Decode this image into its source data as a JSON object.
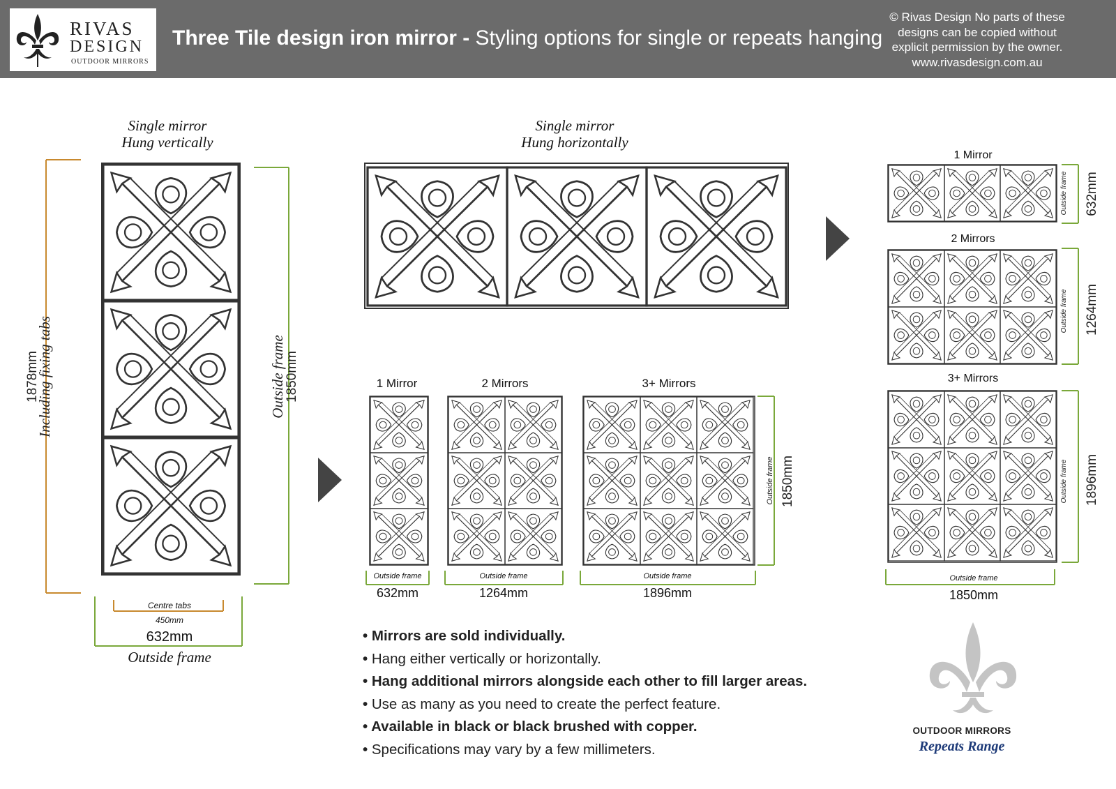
{
  "header": {
    "logo_name_line1": "RIVAS",
    "logo_name_line2": "DESIGN",
    "logo_sub": "OUTDOOR MIRRORS",
    "title_bold": "Three Tile design iron mirror -",
    "title_rest": " Styling options for single or repeats hanging",
    "copyright_lines": [
      "© Rivas Design No parts of these",
      "designs can be copied without",
      "explicit permission by the owner.",
      "www.rivasdesign.com.au"
    ]
  },
  "vertical_mirror": {
    "title_line1": "Single mirror",
    "title_line2": "Hung vertically",
    "height_incl_tabs": "1878mm",
    "incl_label": "Including fixing tabs",
    "outside_label": "Outside frame",
    "height_outside": "1850mm",
    "centre_tabs_label": "Centre tabs",
    "centre_tabs_value": "450mm",
    "width": "632mm",
    "width_label": "Outside frame"
  },
  "horizontal_mirror": {
    "title_line1": "Single mirror",
    "title_line2": "Hung horizontally"
  },
  "vertical_repeats": {
    "groups": [
      {
        "label": "1 Mirror",
        "frame_label": "Outside frame",
        "width": "632mm"
      },
      {
        "label": "2 Mirrors",
        "frame_label": "Outside frame",
        "width": "1264mm"
      },
      {
        "label": "3+ Mirrors",
        "frame_label": "Outside frame",
        "width": "1896mm"
      }
    ],
    "height_label": "Outside frame",
    "height": "1850mm"
  },
  "horizontal_repeats": {
    "groups": [
      {
        "label": "1 Mirror",
        "side_label": "Outside frame",
        "height": "632mm"
      },
      {
        "label": "2 Mirrors",
        "side_label": "Outside frame",
        "height": "1264mm"
      },
      {
        "label": "3+ Mirrors",
        "side_label": "Outside frame",
        "height": "1896mm"
      }
    ],
    "bottom_label": "Outside frame",
    "width": "1850mm"
  },
  "bullets": [
    {
      "text": "Mirrors are sold individually.",
      "bold": true
    },
    {
      "text": "Hang either vertically or horizontally.",
      "bold": false
    },
    {
      "text": "Hang additional mirrors alongside each other to fill larger areas.",
      "bold": true
    },
    {
      "text": "Use as many as you need to create the perfect feature.",
      "bold": false
    },
    {
      "text": "Available in black or black brushed with copper.",
      "bold": true
    },
    {
      "text": "Specifications may vary by a few millimeters.",
      "bold": false
    }
  ],
  "brand": {
    "line1": "OUTDOOR MIRRORS",
    "line2": "Repeats Range"
  },
  "colors": {
    "header_bg": "#6b6b6b",
    "green": "#7aa83a",
    "orange": "#c8892e",
    "ink": "#333333",
    "brand_blue": "#1d3a78"
  }
}
